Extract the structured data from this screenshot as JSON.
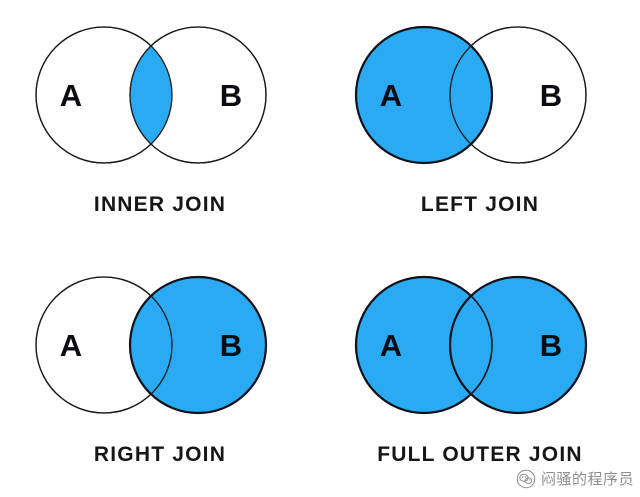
{
  "diagram": {
    "title": "SQL JOIN types Venn diagrams",
    "colors": {
      "fill_blue": "#29aaf2",
      "stroke_dark": "#111118",
      "stroke_thin": "#1a1a1a",
      "background": "#ffffff",
      "letter_color": "#0b0b12",
      "caption_color": "#161616"
    },
    "set_labels": {
      "left": "A",
      "right": "B"
    },
    "panels": [
      {
        "id": "inner-join",
        "caption": "INNER JOIN",
        "highlight": "intersection",
        "left_circle_filled": false,
        "right_circle_filled": false,
        "intersection_filled": true
      },
      {
        "id": "left-join",
        "caption": "LEFT JOIN",
        "highlight": "left-circle-all",
        "left_circle_filled": true,
        "right_circle_filled": false,
        "intersection_filled": true
      },
      {
        "id": "right-join",
        "caption": "RIGHT JOIN",
        "highlight": "right-circle-all",
        "left_circle_filled": false,
        "right_circle_filled": true,
        "intersection_filled": true
      },
      {
        "id": "full-outer-join",
        "caption": "FULL OUTER JOIN",
        "highlight": "both-circles",
        "left_circle_filled": true,
        "right_circle_filled": true,
        "intersection_filled": true
      }
    ]
  },
  "watermark": {
    "text": "闷骚的程序员",
    "logo_icon": "wechat-account-logo-icon"
  }
}
